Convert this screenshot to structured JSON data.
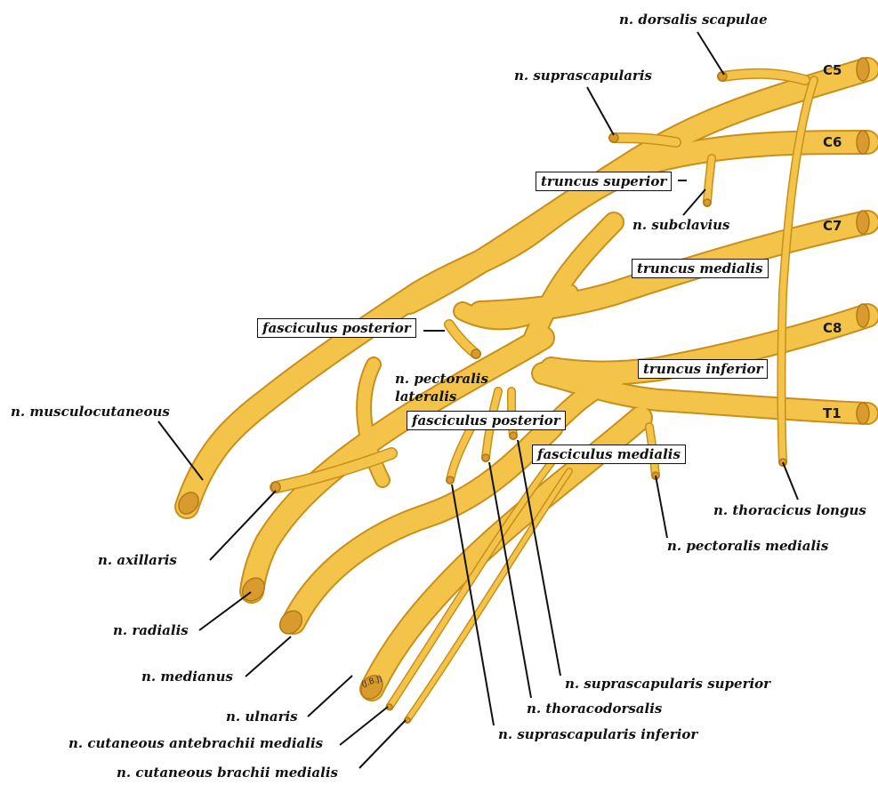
{
  "roots": {
    "c5": "C5",
    "c6": "C6",
    "c7": "C7",
    "c8": "C8",
    "t1": "T1"
  },
  "boxed_labels": {
    "truncus_superior": "truncus superior",
    "truncus_medialis": "truncus medialis",
    "truncus_inferior": "truncus inferior",
    "fasciculus_posterior_upper": "fasciculus posterior",
    "fasciculus_posterior_lower": "fasciculus posterior",
    "fasciculus_medialis": "fasciculus medialis"
  },
  "labels": {
    "dorsalis_scapulae": "n. dorsalis scapulae",
    "suprascapularis": "n. suprascapularis",
    "subclavius": "n. subclavius",
    "pectoralis_lateralis_1": "n. pectoralis",
    "pectoralis_lateralis_2": "lateralis",
    "musculocutaneous": "n. musculocutaneous",
    "axillaris": "n. axillaris",
    "radialis": "n. radialis",
    "medianus": "n. medianus",
    "ulnaris": "n. ulnaris",
    "cut_antebrachii": "n. cutaneous antebrachii medialis",
    "cut_brachii": "n. cutaneous brachii medialis",
    "thoracicus_longus": "n. thoracicus longus",
    "pectoralis_medialis": "n. pectoralis medialis",
    "suprascap_superior": "n. suprascapularis superior",
    "thoracodorsalis": "n. thoracodorsalis",
    "suprascap_inferior": "n. suprascapularis inferior"
  },
  "signature": "(J.B.J)",
  "colors": {
    "nerve": "#F4C34A",
    "nerve_edge": "#C8901A",
    "nerve_cut": "#D99A2E",
    "leader": "#111111"
  }
}
